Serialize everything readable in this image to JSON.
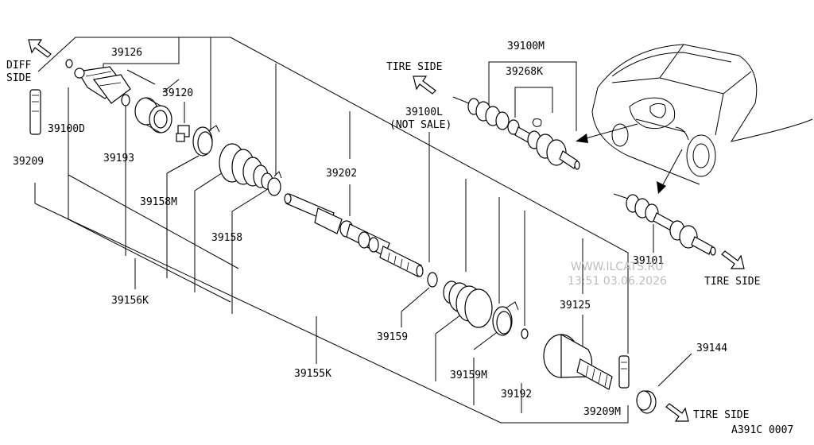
{
  "diagram": {
    "part_labels": {
      "p39126": "39126",
      "p39120": "39120",
      "p39100d": "39100D",
      "p39209": "39209",
      "p39193": "39193",
      "p39158m": "39158M",
      "p39158": "39158",
      "p39202": "39202",
      "p39156k": "39156K",
      "p39155k": "39155K",
      "p39100m": "39100M",
      "p39268k": "39268K",
      "p39100l": "39100L",
      "p39100l_note": "(NOT SALE)",
      "p39159": "39159",
      "p39159m": "39159M",
      "p39192": "39192",
      "p39125": "39125",
      "p39209m": "39209M",
      "p39101": "39101",
      "p39144": "39144"
    },
    "direction_labels": {
      "diff_line1": "DIFF",
      "diff_line2": "SIDE",
      "tire_top": "TIRE SIDE",
      "tire_right": "TIRE SIDE",
      "tire_bottom": "TIRE SIDE"
    },
    "watermark_line1": "WWW.ILCATS.RU",
    "watermark_line2": "13:51 03.06.2026",
    "code": "A391C 0007"
  }
}
